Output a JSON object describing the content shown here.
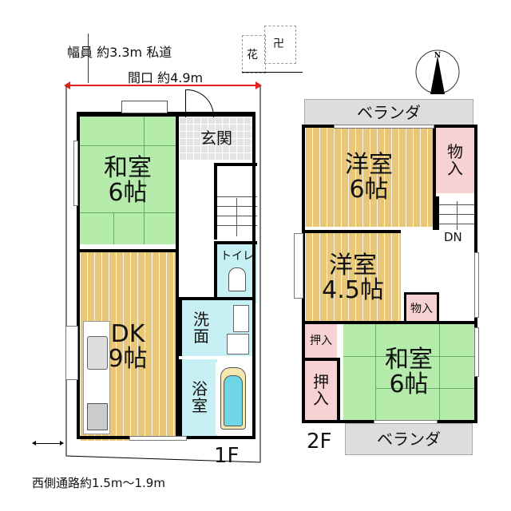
{
  "annotations": {
    "road_width": "幅員 約3.3m 私道",
    "frontage": "間口 約4.9m",
    "west_passage": "西側通路約1.5m〜1.9m",
    "flower_mark": "花",
    "temple_mark": "卍",
    "compass_label": "N"
  },
  "floor1": {
    "label": "1F",
    "rooms": {
      "washitsu": {
        "name": "和室",
        "size": "6帖"
      },
      "genkan": {
        "name": "玄関"
      },
      "dk": {
        "name": "DK",
        "size": "9帖"
      },
      "toilet": {
        "name": "トイレ"
      },
      "senmen_1": "洗",
      "senmen_2": "面",
      "yokushitsu_1": "浴",
      "yokushitsu_2": "室"
    }
  },
  "floor2": {
    "label": "2F",
    "veranda_top": "ベランダ",
    "veranda_bottom": "ベランダ",
    "rooms": {
      "yoshitsu6": {
        "name": "洋室",
        "size": "6帖"
      },
      "yoshitsu45": {
        "name": "洋室",
        "size": "4.5帖"
      },
      "washitsu": {
        "name": "和室",
        "size": "6帖"
      },
      "monoire_top_1": "物",
      "monoire_top_2": "入",
      "monoire_mid": "物入",
      "oshiire_small": "押入",
      "oshiire_big_1": "押",
      "oshiire_big_2": "入",
      "stairs_dir": "DN"
    }
  },
  "colors": {
    "tatami": "#b5ecab",
    "wood": "#e9c779",
    "wet_area": "#c7f0f4",
    "storage": "#f8d2d2",
    "veranda": "#dddddd",
    "frontage_arrow": "#e0201b"
  }
}
